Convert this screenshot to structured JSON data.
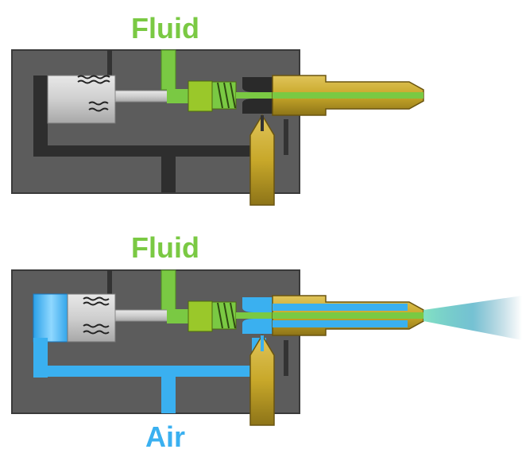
{
  "labels": {
    "fluid_top": "Fluid",
    "fluid_bottom": "Fluid",
    "air": "Air"
  },
  "colors": {
    "fluid": "#7ac943",
    "air": "#3ab0f0",
    "body": "#5a5a5a",
    "body_dark": "#333333",
    "brass": "#c8a82a",
    "needle": "#d0d0d0"
  },
  "diagrams": [
    {
      "state": "air off",
      "fluid_flowing": false,
      "air_flowing": false
    },
    {
      "state": "air on",
      "fluid_flowing": true,
      "air_flowing": true,
      "spray": true
    }
  ]
}
